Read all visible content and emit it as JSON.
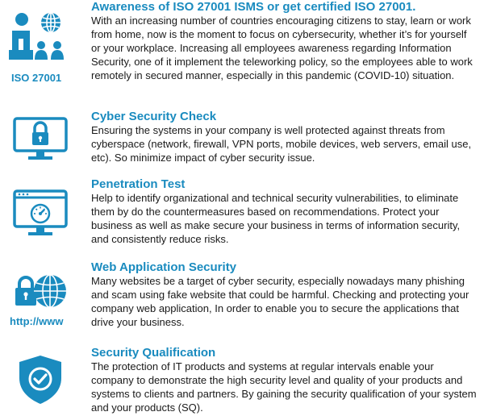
{
  "colors": {
    "accent": "#1a8bbf",
    "text": "#1a1a1a"
  },
  "sections": [
    {
      "icon": "iso-people-globe-icon",
      "icon_caption": "ISO 27001",
      "title": "Awareness of ISO 27001 ISMS or get certified ISO 27001.",
      "body": "With an increasing number of countries encouraging citizens to stay, learn or work from home, now is the moment to focus on cybersecurity, whether it’s for yourself or your workplace. Increasing all employees awareness regarding Information Security, one of it implement the teleworking policy, so the employees able to work remotely in secured manner, especially in this pandemic (COVID-10) situation."
    },
    {
      "icon": "monitor-lock-icon",
      "title": "Cyber Security Check",
      "body": "Ensuring the systems in your company is well protected against threats from cyberspace (network, firewall, VPN ports, mobile devices, web servers, email use, etc). So minimize impact of cyber security issue."
    },
    {
      "icon": "monitor-gauge-icon",
      "title": "Penetration Test",
      "body": "Help to identify organizational and technical security vulnerabilities, to eliminate them by do the countermeasures based on recommendations. Protect your business as well as make secure your business in terms of information security, and consistently reduce risks."
    },
    {
      "icon": "lock-globe-icon",
      "icon_caption": "http://www",
      "title": "Web Application Security",
      "body": "Many websites be a target of cyber security, especially nowadays many phishing and scam using fake website that could be harmful. Checking and protecting your company web application, In order to enable you to secure the applications that drive your business."
    },
    {
      "icon": "shield-check-icon",
      "title": "Security Qualification",
      "body": "The protection of IT products and systems at regular intervals enable your company to demonstrate the high security level and quality of your products and systems to clients and partners. By gaining the security qualification of your system and your products (SQ)."
    }
  ]
}
